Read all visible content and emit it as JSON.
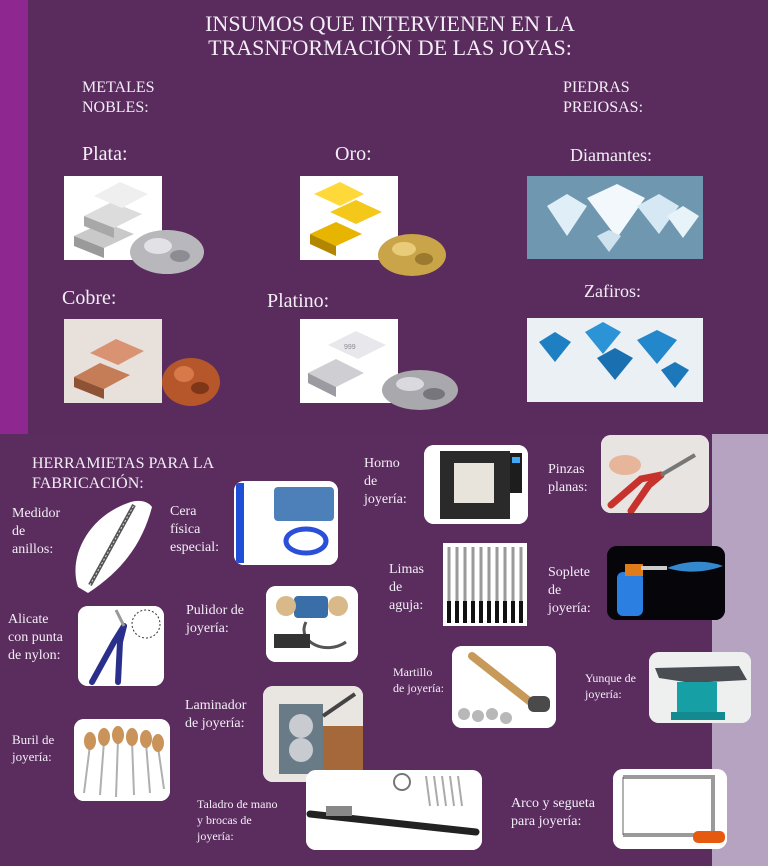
{
  "title": "INSUMOS QUE INTERVIENEN EN LA\nTRASNFORMACIÓN DE LAS JOYAS:",
  "metals": {
    "heading": "METALES\nNOBLES:",
    "plata": "Plata:",
    "oro": "Oro:",
    "cobre": "Cobre:",
    "platino": "Platino:"
  },
  "stones": {
    "heading": "PIEDRAS\nPREIOSAS:",
    "diamantes": "Diamantes:",
    "zafiros": "Zafiros:"
  },
  "tools": {
    "heading": "HERRAMIETAS PARA LA\nFABRICACIÓN:",
    "medidor": "Medidor\nde\nanillos:",
    "cera": "Cera\nfísica\nespecial:",
    "horno": "Horno\nde\njoyería:",
    "pinzas": "Pinzas\nplanas:",
    "alicate": "Alicate\ncon punta\nde nylon:",
    "pulidor": "Pulidor de\njoyería:",
    "limas": "Limas\nde\naguja:",
    "soplete": "Soplete\nde\njoyería:",
    "martillo": "Martillo\nde joyería:",
    "yunque": "Yunque de\njoyería:",
    "laminador": "Laminador\nde joyería:",
    "buril": "Buril de\njoyería:",
    "taladro": "Taladro de mano\ny brocas de\njoyería:",
    "arco": "Arco y segueta\npara joyería:"
  },
  "colors": {
    "background": "#5a2c5e",
    "accent_left": "#8e2890",
    "accent_right": "#b5a3c1",
    "text": "#ffffff"
  }
}
